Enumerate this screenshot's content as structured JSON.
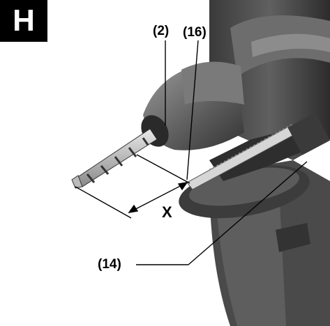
{
  "figure": {
    "label": "H",
    "callouts": {
      "chuck": "(2)",
      "depth_stop": "(16)",
      "handle_screw": "(14)"
    },
    "dimension": "X"
  }
}
